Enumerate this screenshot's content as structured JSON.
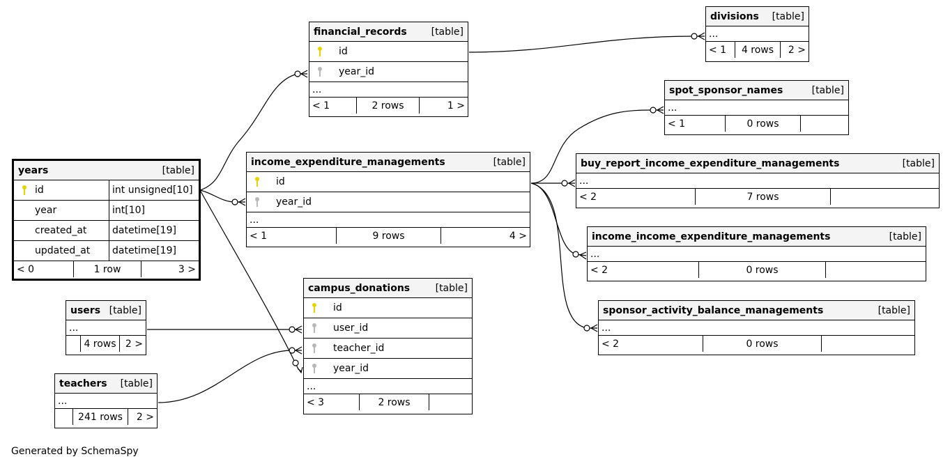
{
  "credit": "Generated by SchemaSpy",
  "table_tag": "[table]",
  "ellipsis": "...",
  "tables": {
    "years": {
      "name": "years",
      "columns": [
        {
          "name": "id",
          "type": "int unsigned[10]"
        },
        {
          "name": "year",
          "type": "int[10]"
        },
        {
          "name": "created_at",
          "type": "datetime[19]"
        },
        {
          "name": "updated_at",
          "type": "datetime[19]"
        }
      ],
      "parents": "< 0",
      "rows": "1 row",
      "children": "3 >"
    },
    "financial_records": {
      "name": "financial_records",
      "columns": [
        {
          "name": "id"
        },
        {
          "name": "year_id"
        }
      ],
      "parents": "< 1",
      "rows": "2 rows",
      "children": "1 >"
    },
    "divisions": {
      "name": "divisions",
      "parents": "< 1",
      "rows": "4 rows",
      "children": "2 >"
    },
    "spot_sponsor_names": {
      "name": "spot_sponsor_names",
      "parents": "< 1",
      "rows": "0 rows",
      "children": ""
    },
    "income_expenditure_managements": {
      "name": "income_expenditure_managements",
      "columns": [
        {
          "name": "id"
        },
        {
          "name": "year_id"
        }
      ],
      "parents": "< 1",
      "rows": "9 rows",
      "children": "4 >"
    },
    "buy_report_income_expenditure_managements": {
      "name": "buy_report_income_expenditure_managements",
      "parents": "< 2",
      "rows": "7 rows",
      "children": ""
    },
    "income_income_expenditure_managements": {
      "name": "income_income_expenditure_managements",
      "parents": "< 2",
      "rows": "0 rows",
      "children": ""
    },
    "sponsor_activity_balance_managements": {
      "name": "sponsor_activity_balance_managements",
      "parents": "< 2",
      "rows": "0 rows",
      "children": ""
    },
    "campus_donations": {
      "name": "campus_donations",
      "columns": [
        {
          "name": "id"
        },
        {
          "name": "user_id"
        },
        {
          "name": "teacher_id"
        },
        {
          "name": "year_id"
        }
      ],
      "parents": "< 3",
      "rows": "2 rows",
      "children": ""
    },
    "users": {
      "name": "users",
      "parents": "",
      "rows": "4 rows",
      "children": "2 >"
    },
    "teachers": {
      "name": "teachers",
      "parents": "",
      "rows": "241 rows",
      "children": "2 >"
    }
  },
  "colors": {
    "primary_key": "#e5d400",
    "foreign_key": "#b8b8b8",
    "header_bg": "#f4f4f4"
  }
}
